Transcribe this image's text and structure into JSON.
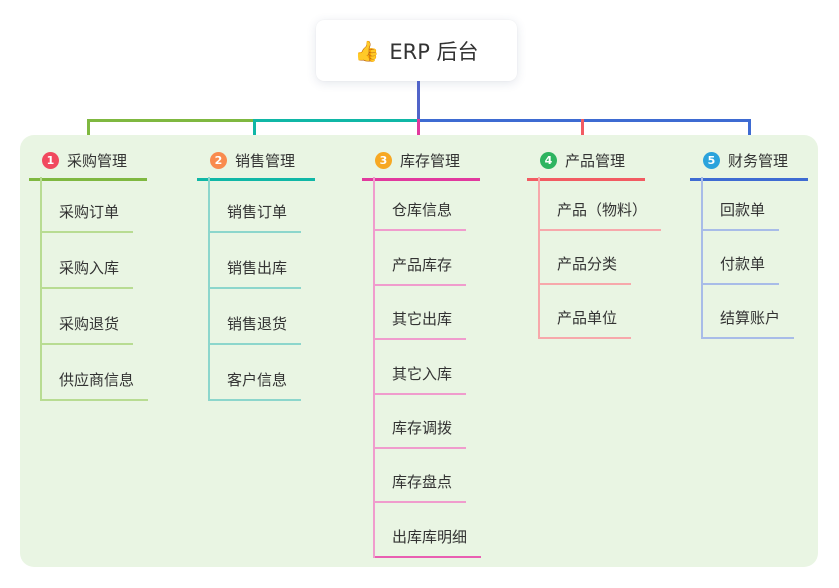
{
  "root": {
    "icon_glyph": "👍",
    "label": "ERP 后台"
  },
  "palette": {
    "root_line": "#5164c9",
    "panel_bg": "#e9f5e3"
  },
  "branches": [
    {
      "number": "1",
      "label": "采购管理",
      "badge_color": "#f1495f",
      "line_color": "#7fb840",
      "tint_color": "#b8dc92",
      "children": [
        "采购订单",
        "采购入库",
        "采购退货",
        "供应商信息"
      ]
    },
    {
      "number": "2",
      "label": "销售管理",
      "badge_color": "#f98b4e",
      "line_color": "#10b7a6",
      "tint_color": "#8cd6cc",
      "children": [
        "销售订单",
        "销售出库",
        "销售退货",
        "客户信息"
      ]
    },
    {
      "number": "3",
      "label": "库存管理",
      "badge_color": "#f7a823",
      "line_color": "#e1399e",
      "tint_color": "#f09ccd",
      "children": [
        "仓库信息",
        "产品库存",
        "其它出库",
        "其它入库",
        "库存调拨",
        "库存盘点",
        "出库库明细"
      ]
    },
    {
      "number": "4",
      "label": "产品管理",
      "badge_color": "#2eb460",
      "line_color": "#f25b62",
      "tint_color": "#f7a8ab",
      "children": [
        "产品（物料）",
        "产品分类",
        "产品单位"
      ]
    },
    {
      "number": "5",
      "label": "财务管理",
      "badge_color": "#2ba3dc",
      "line_color": "#3e6bd2",
      "tint_color": "#a8bce8",
      "children": [
        "回款单",
        "付款单",
        "结算账户"
      ]
    }
  ]
}
